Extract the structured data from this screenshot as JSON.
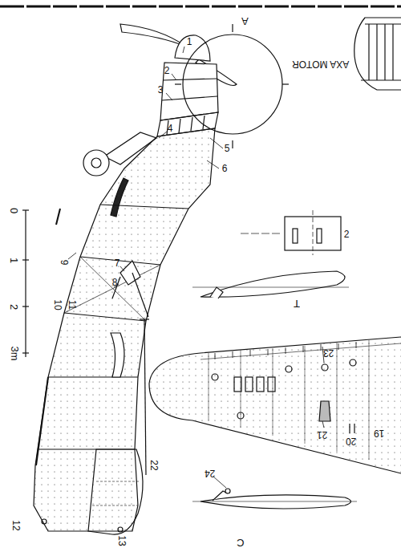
{
  "diagram": {
    "labels": [
      "1",
      "2",
      "3",
      "4",
      "5",
      "6",
      "0",
      "1",
      "2",
      "3m",
      "9",
      "7",
      "8",
      "10",
      "11",
      "22",
      "12",
      "13",
      "A",
      "AXA MOTOR",
      "2",
      "T",
      "23",
      "21",
      "20",
      "19",
      "24",
      "C"
    ]
  }
}
